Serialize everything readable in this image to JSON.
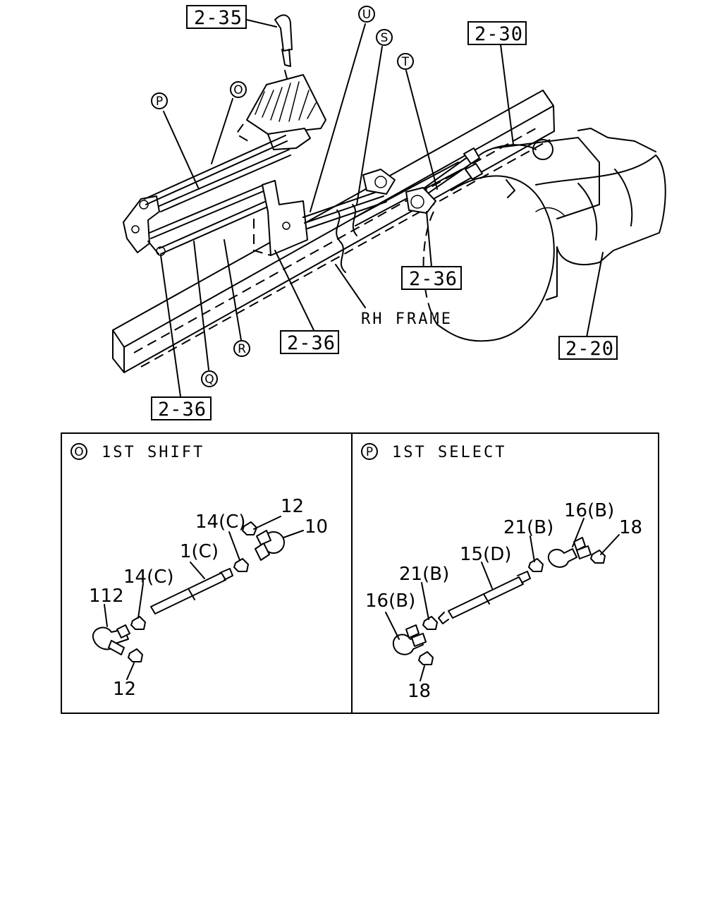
{
  "main_view": {
    "refs": {
      "r2_35": "2-35",
      "r2_30": "2-30",
      "r2_36_right": "2-36",
      "r2_36_center": "2-36",
      "r2_36_left": "2-36",
      "r2_20": "2-20"
    },
    "callouts": {
      "U": "U",
      "S": "S",
      "T": "T",
      "O": "O",
      "P": "P",
      "R": "R",
      "Q": "Q"
    },
    "frame_label": "RH FRAME"
  },
  "detail_o": {
    "marker": "O",
    "title": "1ST SHIFT",
    "labels": {
      "l12_top": "12",
      "l14c_top": "14(C)",
      "l10": "10",
      "l1c": "1(C)",
      "l14c_bottom": "14(C)",
      "l112": "112",
      "l12_bottom": "12"
    }
  },
  "detail_p": {
    "marker": "P",
    "title": "1ST SELECT",
    "labels": {
      "l16b_top": "16(B)",
      "l21b_top": "21(B)",
      "l18_top": "18",
      "l15d": "15(D)",
      "l21b_bottom": "21(B)",
      "l16b_bottom": "16(B)",
      "l18_bottom": "18"
    }
  }
}
